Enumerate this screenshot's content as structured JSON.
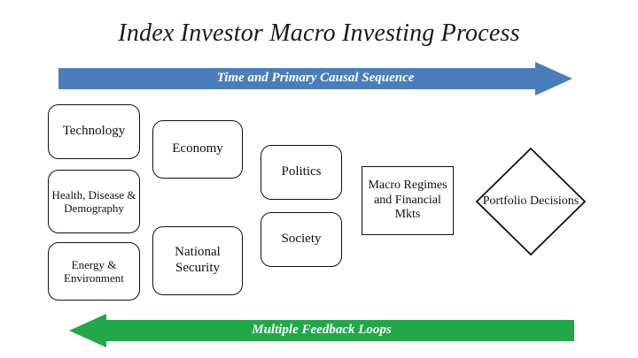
{
  "title": "Index Investor Macro Investing Process",
  "arrows": {
    "top": {
      "label": "Time and Primary Causal Sequence",
      "color": "#4a7ebb",
      "direction": "right"
    },
    "bottom": {
      "label": "Multiple Feedback Loops",
      "color": "#22a848",
      "direction": "left"
    }
  },
  "nodes": {
    "technology": "Technology",
    "health": "Health, Disease & Demography",
    "energy": "Energy & Environment",
    "economy": "Economy",
    "national_security": "National Security",
    "politics": "Politics",
    "society": "Society",
    "macro": "Macro Regimes and Financial Mkts",
    "portfolio": "Portfolio Decisions"
  },
  "colors": {
    "border": "#111111",
    "background": "#ffffff",
    "title_text": "#1a1a1a",
    "arrow_text": "#ffffff"
  }
}
